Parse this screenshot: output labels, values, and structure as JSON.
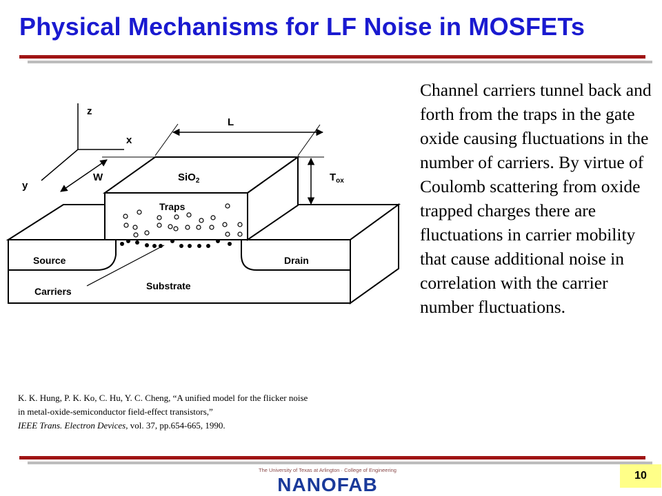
{
  "slide": {
    "title": "Physical Mechanisms for LF Noise in MOSFETs",
    "body": "Channel carriers tunnel back and forth from the traps in the gate oxide causing fluctuations in the number of carriers. By virtue of Coulomb scattering from oxide trapped charges there are fluctuations in carrier mobility that cause additional noise  in correlation with the carrier number fluctuations.",
    "page_number": "10",
    "accent_color": "#a01414",
    "title_color": "#1a1ad0"
  },
  "diagram": {
    "axis_z": "z",
    "axis_x": "x",
    "axis_y": "y",
    "dim_length": "L",
    "dim_width": "W",
    "oxide_label": "SiO",
    "oxide_sub": "2",
    "tox_label": "T",
    "tox_sub": "ox",
    "traps_label": "Traps",
    "source_label": "Source",
    "drain_label": "Drain",
    "carriers_label": "Carriers",
    "substrate_label": "Substrate"
  },
  "citation": {
    "line1": "K. K. Hung, P. K. Ko, C. Hu, Y. C. Cheng, “A unified model for the flicker noise",
    "line2": " in metal-oxide-semiconductor field-effect transistors,”",
    "journal": "IEEE Trans. Electron Devices",
    "line3_rest": ", vol. 37, pp.654-665, 1990."
  },
  "logo": {
    "tagline": "The University of Texas at Arlington · College of Engineering",
    "wordmark": "NANOFAB"
  }
}
